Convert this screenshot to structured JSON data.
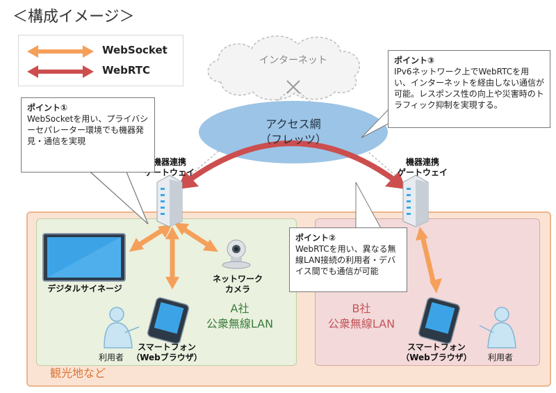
{
  "title": "＜構成イメージ＞",
  "legend": {
    "websocket_label": "WebSocket",
    "webrtc_label": "WebRTC",
    "websocket_color": "#f5a05a",
    "webrtc_color": "#cc4e4e"
  },
  "internet_label": "インターネット",
  "access_network": {
    "line1": "アクセス網",
    "line2": "（フレッツ）"
  },
  "gateway_left": {
    "line1": "機器連携",
    "line2": "ゲートウェイ"
  },
  "gateway_right": {
    "line1": "機器連携",
    "line2": "ゲートウェイ"
  },
  "callout1": {
    "title": "ポイント①",
    "body": "WebSocketを用い、プライバシーセパレーター環境でも機器発見・通信を実現"
  },
  "callout2": {
    "title": "ポイント②",
    "body": "WebRTCを用い、異なる無線LAN接続の利用者・デバイス間でも通信が可能"
  },
  "callout3": {
    "title": "ポイント③",
    "body": "IPv6ネットワーク上でWebRTCを用い、インターネットを経由しない通信が可能。レスポンス性の向上や災害時のトラフィック抑制を実現する。"
  },
  "zoneA": {
    "line1": "A社",
    "line2": "公衆無線LAN"
  },
  "zoneB": {
    "line1": "B社",
    "line2": "公衆無線LAN"
  },
  "outer_label": "観光地など",
  "devices": {
    "signage": "デジタルサイネージ",
    "camera_line1": "ネットワーク",
    "camera_line2": "カメラ",
    "phone_left_line1": "スマートフォン",
    "phone_left_line2": "（Webブラウザ）",
    "phone_right_line1": "スマートフォン",
    "phone_right_line2": "（Webブラウザ）",
    "user_left": "利用者",
    "user_right": "利用者"
  }
}
